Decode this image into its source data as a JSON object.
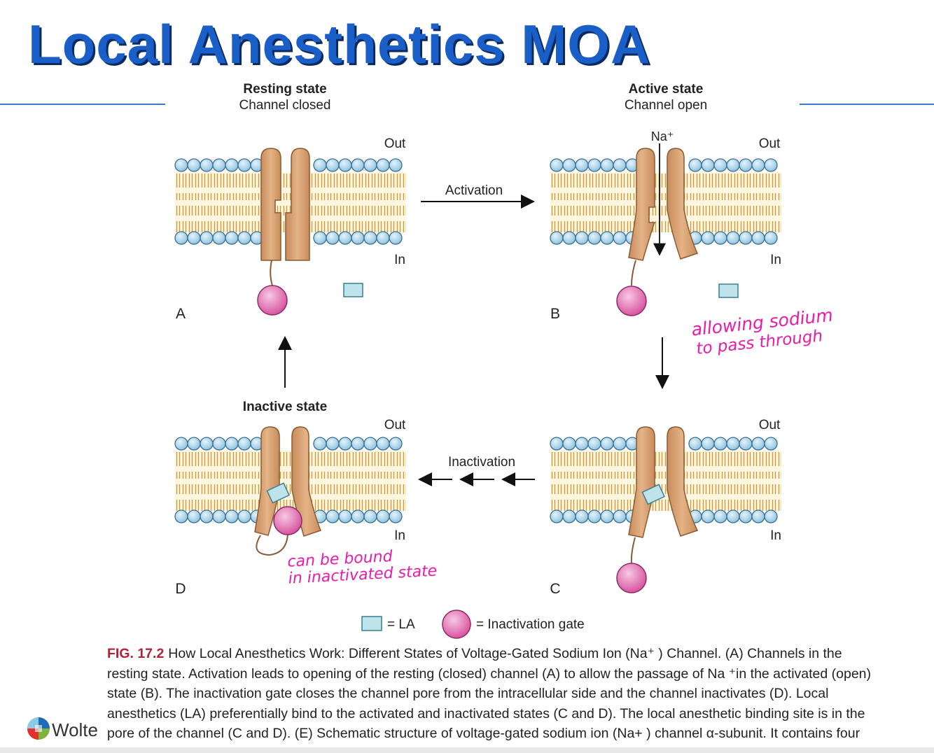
{
  "slide": {
    "title": "Local Anesthetics MOA"
  },
  "panels": {
    "a": {
      "letter": "A",
      "title": "Resting state",
      "subtitle": "Channel closed",
      "out": "Out",
      "in": "In"
    },
    "b": {
      "letter": "B",
      "title": "Active state",
      "subtitle": "Channel open",
      "ion": "Na⁺",
      "out": "Out",
      "in": "In"
    },
    "c": {
      "letter": "C",
      "out": "Out",
      "in": "In"
    },
    "d": {
      "letter": "D",
      "title": "Inactive state",
      "out": "Out",
      "in": "In"
    }
  },
  "arrows": {
    "activation": "Activation",
    "inactivation": "Inactivation"
  },
  "handwritten": {
    "note_b_line1": "allowing sodium",
    "note_b_line2": "to pass through",
    "note_d_line1": "can be bound",
    "note_d_line2": "in inactivated state"
  },
  "legend": {
    "la": "= LA",
    "gate": "= Inactivation gate"
  },
  "caption": {
    "fig": "FIG. 17.2",
    "text": "How Local Anesthetics Work: Different States of Voltage-Gated Sodium Ion (Na⁺ ) Channel. (A) Channels in the resting state. Activation leads to opening of the resting (closed) channel (A) to allow the passage of Na ⁺in the activated (open) state (B). The inactivation gate closes the channel pore from the intracellular side and the channel inactivates (D). Local anesthetics (LA) preferentially bind to the activated and inactivated states (C and D). The local anesthetic binding site is in the pore of the channel (C and D). (E) Schematic structure of voltage-gated sodium ion (Na+ ) channel α-subunit. It contains four"
  },
  "footer": {
    "logo_text": "Wolte"
  },
  "colors": {
    "title": "#1a5fc8",
    "protein": "#d8a273",
    "gate": "#e56fb4",
    "la": "#bfe3ea",
    "annotation": "#e81ca8"
  }
}
